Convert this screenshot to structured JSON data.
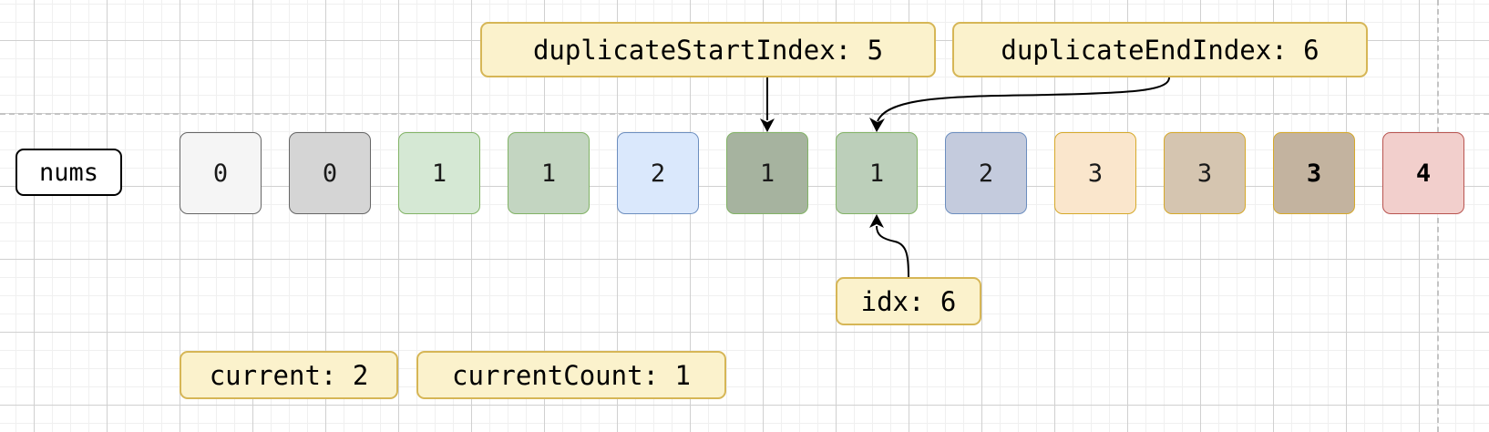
{
  "array": {
    "name": "nums",
    "cells": [
      {
        "index": 0,
        "value": "0",
        "fill": "#f5f5f5",
        "stroke": "#666666",
        "bold": false
      },
      {
        "index": 1,
        "value": "0",
        "fill": "#d5d5d5",
        "stroke": "#666666",
        "bold": false
      },
      {
        "index": 2,
        "value": "1",
        "fill": "#d5e8d4",
        "stroke": "#82b366",
        "bold": false
      },
      {
        "index": 3,
        "value": "1",
        "fill": "#c3d5c1",
        "stroke": "#82b366",
        "bold": false
      },
      {
        "index": 4,
        "value": "2",
        "fill": "#dae8fc",
        "stroke": "#6c8ebf",
        "bold": false
      },
      {
        "index": 5,
        "value": "1",
        "fill": "#a6b39f",
        "stroke": "#82b366",
        "bold": false
      },
      {
        "index": 6,
        "value": "1",
        "fill": "#bccfba",
        "stroke": "#82b366",
        "bold": false
      },
      {
        "index": 7,
        "value": "2",
        "fill": "#c4cbdd",
        "stroke": "#6c8ebf",
        "bold": false
      },
      {
        "index": 8,
        "value": "3",
        "fill": "#fae6cc",
        "stroke": "#d6a92a",
        "bold": false
      },
      {
        "index": 9,
        "value": "3",
        "fill": "#d5c5b0",
        "stroke": "#d6a92a",
        "bold": false
      },
      {
        "index": 10,
        "value": "3",
        "fill": "#c3b39f",
        "stroke": "#d6a92a",
        "bold": true
      },
      {
        "index": 11,
        "value": "4",
        "fill": "#f2cfcc",
        "stroke": "#b85450",
        "bold": true
      }
    ]
  },
  "pointers": {
    "duplicate_start": {
      "text": "duplicateStartIndex: 5",
      "target_index": 5
    },
    "duplicate_end": {
      "text": "duplicateEndIndex: 6",
      "target_index": 6
    },
    "idx": {
      "text": "idx: 6",
      "target_index": 6
    }
  },
  "variables": {
    "current": {
      "text": "current: 2"
    },
    "current_count": {
      "text": "currentCount: 1"
    }
  },
  "colors": {
    "label_fill": "#fbf2cc",
    "label_stroke": "#d6b656",
    "arrow": "#000000",
    "grid_major": "#d0d0d0",
    "grid_minor": "#f0f0f0"
  }
}
